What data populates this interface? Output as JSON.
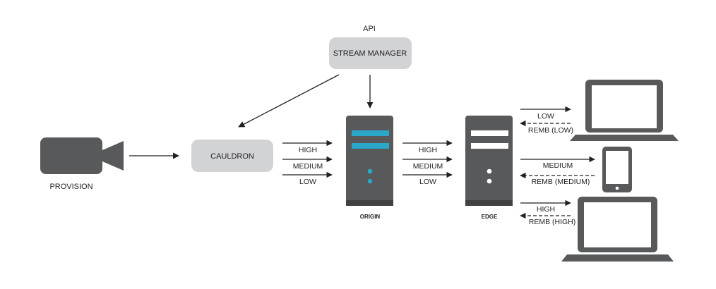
{
  "api_label": "API",
  "stream_manager_label": "STREAM MANAGER",
  "cauldron_label": "CAULDRON",
  "provision_label": "PROVISION",
  "origin_label": "ORIGIN",
  "edge_label": "EDGE",
  "cauldron_to_origin": [
    "HIGH",
    "MEDIUM",
    "LOW"
  ],
  "origin_to_edge": [
    "HIGH",
    "MEDIUM",
    "LOW"
  ],
  "laptop_top": {
    "stream": "LOW",
    "remb": "REMB (LOW)"
  },
  "tablet": {
    "stream": "MEDIUM",
    "remb": "REMB (MEDIUM)"
  },
  "laptop_bottom": {
    "stream": "HIGH",
    "remb": "REMB (HIGH)"
  },
  "colors": {
    "device": "#58595b",
    "box": "#d1d3d4",
    "accent": "#2aa7c9",
    "line": "#231f20"
  },
  "icons": [
    "video-camera-icon",
    "server-icon",
    "laptop-icon",
    "tablet-icon"
  ]
}
